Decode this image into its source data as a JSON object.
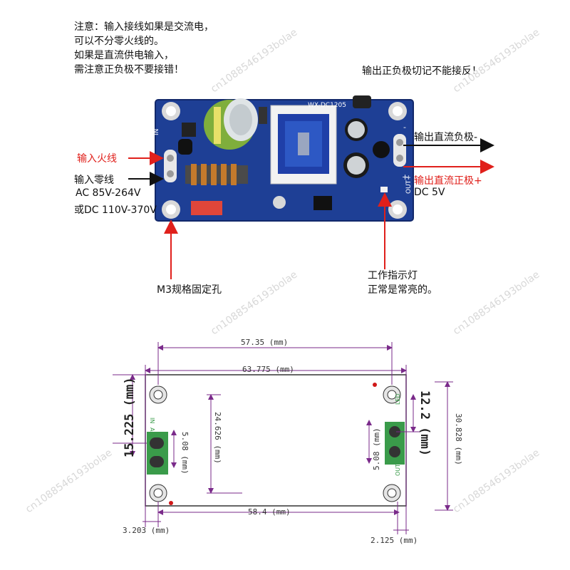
{
  "notes": {
    "line1": "注意：输入接线如果是交流电，",
    "line2": "可以不分零火线的。",
    "line3": "如果是直流供电输入，",
    "line4": "需注意正负极不要接错！"
  },
  "output_warning": "输出正负极切记不能接反！",
  "labels": {
    "input_live": "输入火线",
    "input_neutral": "输入零线",
    "ac_range": "AC 85V-264V",
    "dc_range": "或DC 110V-370V",
    "mount_hole": "M3规格固定孔",
    "indicator_line1": "工作指示灯",
    "indicator_line2": "正常是常亮的。",
    "out_neg": "输出直流负极-",
    "out_pos": "输出直流正极+",
    "dc_out": "DC 5V"
  },
  "board_silk": {
    "model": "WX-DC1205",
    "in_label": "IN",
    "out_label": "OUT+",
    "out_minus": "-",
    "out_plus": "+"
  },
  "dimensions": {
    "d1": "57.35 (mm)",
    "d2": "63.775 (mm)",
    "d3": "58.4 (mm)",
    "d4": "3.203 (mm)",
    "d5": "2.125 (mm)",
    "d6": "15.225 (mm)",
    "d7": "5.08 (mm)",
    "d8": "24.626 (mm)",
    "d9": "12.2 (mm)",
    "d10": "5.08 (mm)",
    "d11": "30.828 (mm)"
  },
  "outline_silk": {
    "in_tag": "IN",
    "ac_tag": "AC",
    "led_tag": "LED",
    "out_tag": "OUT+"
  },
  "colors": {
    "pcb": "#1e3f95",
    "arrow_red": "#e0201b",
    "dim_line": "#7a2a8a",
    "terminal_green": "#3a9b4a"
  },
  "watermark": "cn1088546193bolae"
}
